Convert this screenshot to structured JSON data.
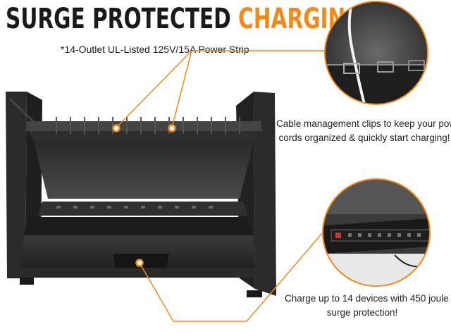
{
  "headline": {
    "part1": "SURGE PROTECTED",
    "part2": "CHARGING"
  },
  "subtitle": "*14-Outlet UL-Listed 125V/15A Power Strip",
  "callouts": {
    "top_line1": "Cable management clips to keep your power",
    "top_line2": "cords organized & quickly start charging!",
    "bottom_line1": "Charge up to 14 devices with 450 joule",
    "bottom_line2": "surge protection!"
  },
  "colors": {
    "accent": "#f08a1c",
    "text": "#1a1a1a",
    "product": "#2b2b2b"
  }
}
